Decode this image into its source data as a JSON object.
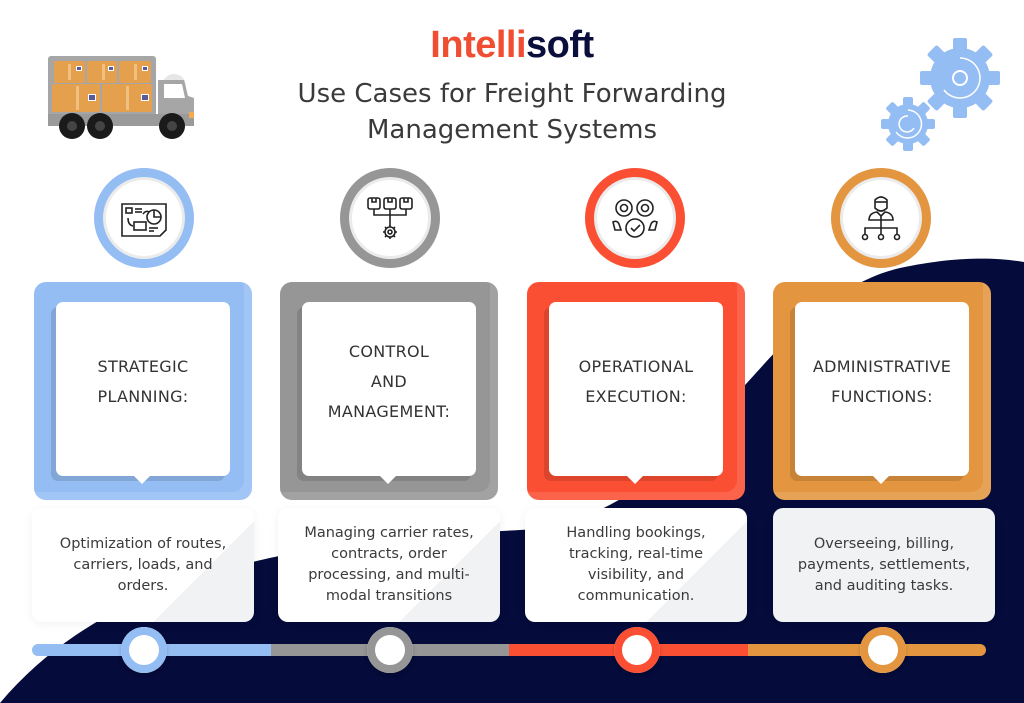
{
  "brand": {
    "logo_part1": "Intelli",
    "logo_part2": "soft",
    "logo_color_primary": "#f04e33",
    "logo_color_secondary": "#0a0f3c"
  },
  "header": {
    "title_line1": "Use Cases for Freight Forwarding",
    "title_line2": "Management Systems"
  },
  "decorations": {
    "truck": "truck-illustration",
    "gears": "gears-illustration",
    "background_color": "#050b3a"
  },
  "use_cases": [
    {
      "icon": "strategy-board-icon",
      "color": "#94bdf4",
      "heading_lines": [
        "STRATEGIC",
        "PLANNING:"
      ],
      "description": "Optimization of routes, carriers, loads, and orders."
    },
    {
      "icon": "network-hierarchy-gear-icon",
      "color": "#969696",
      "heading_lines": [
        "CONTROL",
        "AND",
        "MANAGEMENT:"
      ],
      "description": "Managing carrier rates, contracts, order processing, and multi-modal transitions"
    },
    {
      "icon": "gears-checkmark-icon",
      "color": "#fb4f33",
      "heading_lines": [
        "OPERATIONAL",
        "EXECUTION:"
      ],
      "description": "Handling bookings, tracking, real-time visibility, and communication."
    },
    {
      "icon": "manager-org-chart-icon",
      "color": "#e3963f",
      "heading_lines": [
        "ADMINISTRATIVE",
        "FUNCTIONS:"
      ],
      "description": "Overseeing, billing, payments, settlements, and auditing tasks."
    }
  ]
}
